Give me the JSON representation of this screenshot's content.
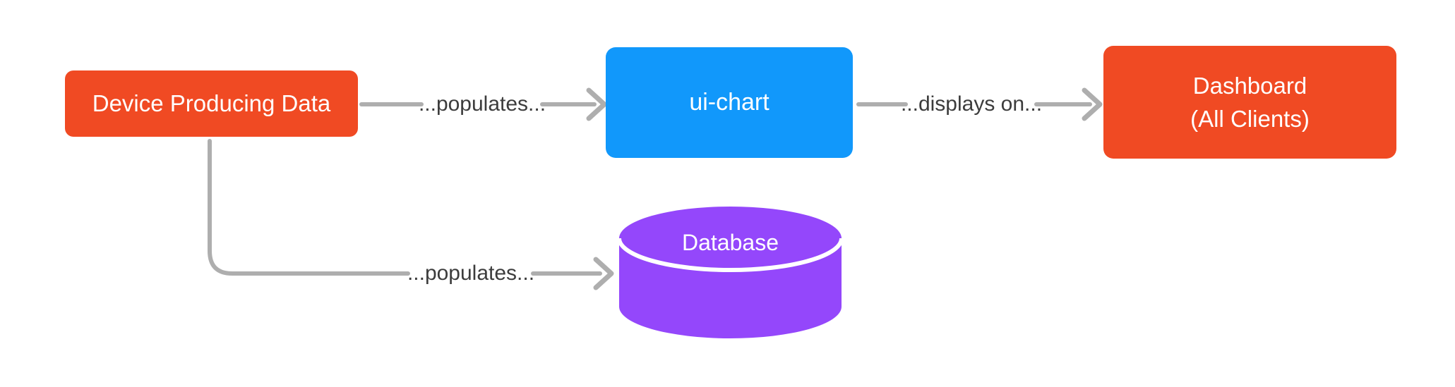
{
  "nodes": {
    "device": {
      "label": "Device Producing Data",
      "color": "#f04a23",
      "text_color": "#ffffff",
      "shape": "rounded-rect"
    },
    "ui_chart": {
      "label": "ui-chart",
      "color": "#1198fb",
      "text_color": "#ffffff",
      "shape": "rounded-rect"
    },
    "dashboard": {
      "label_line1": "Dashboard",
      "label_line2": "(All Clients)",
      "color": "#f04a23",
      "text_color": "#ffffff",
      "shape": "rounded-rect"
    },
    "database": {
      "label": "Database",
      "color": "#9447fb",
      "text_color": "#ffffff",
      "shape": "cylinder"
    }
  },
  "edges": {
    "device_to_uichart": {
      "label": "...populates...",
      "from": "device",
      "to": "ui_chart"
    },
    "uichart_to_dashboard": {
      "label": "...displays on...",
      "from": "ui_chart",
      "to": "dashboard"
    },
    "device_to_database": {
      "label": "...populates...",
      "from": "device",
      "to": "database"
    }
  },
  "style": {
    "background_color": "#ffffff",
    "edge_line_color": "#aeaeae",
    "edge_label_color": "#3c3c3c",
    "cylinder_separator_color": "#ffffff"
  }
}
